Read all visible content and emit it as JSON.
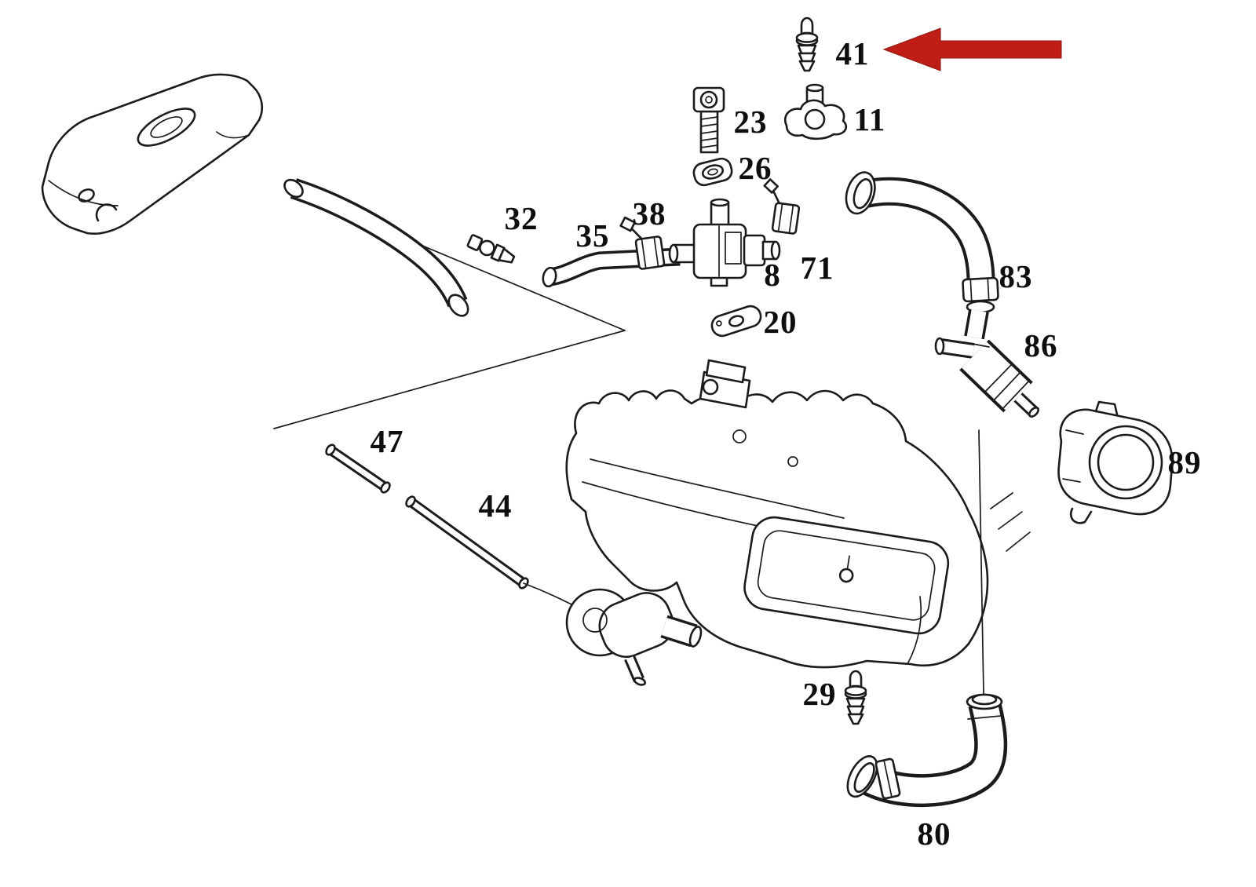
{
  "figure": {
    "kind": "exploded-parts-diagram",
    "subject": "engine vacuum hoses and intake manifold assembly",
    "background_color": "#ffffff",
    "line_color": "#1b1b1b",
    "highlight": {
      "part": "41",
      "arrow_color": "#bf1d15",
      "arrow_direction": "left"
    },
    "parts": {
      "p8": {
        "label": "8"
      },
      "p11": {
        "label": "11"
      },
      "p20": {
        "label": "20"
      },
      "p23": {
        "label": "23"
      },
      "p26": {
        "label": "26"
      },
      "p29": {
        "label": "29"
      },
      "p32": {
        "label": "32"
      },
      "p35": {
        "label": "35"
      },
      "p38": {
        "label": "38"
      },
      "p41": {
        "label": "41"
      },
      "p44": {
        "label": "44"
      },
      "p47": {
        "label": "47"
      },
      "p71": {
        "label": "71"
      },
      "p80": {
        "label": "80"
      },
      "p83": {
        "label": "83"
      },
      "p86": {
        "label": "86"
      },
      "p89": {
        "label": "89"
      }
    }
  }
}
